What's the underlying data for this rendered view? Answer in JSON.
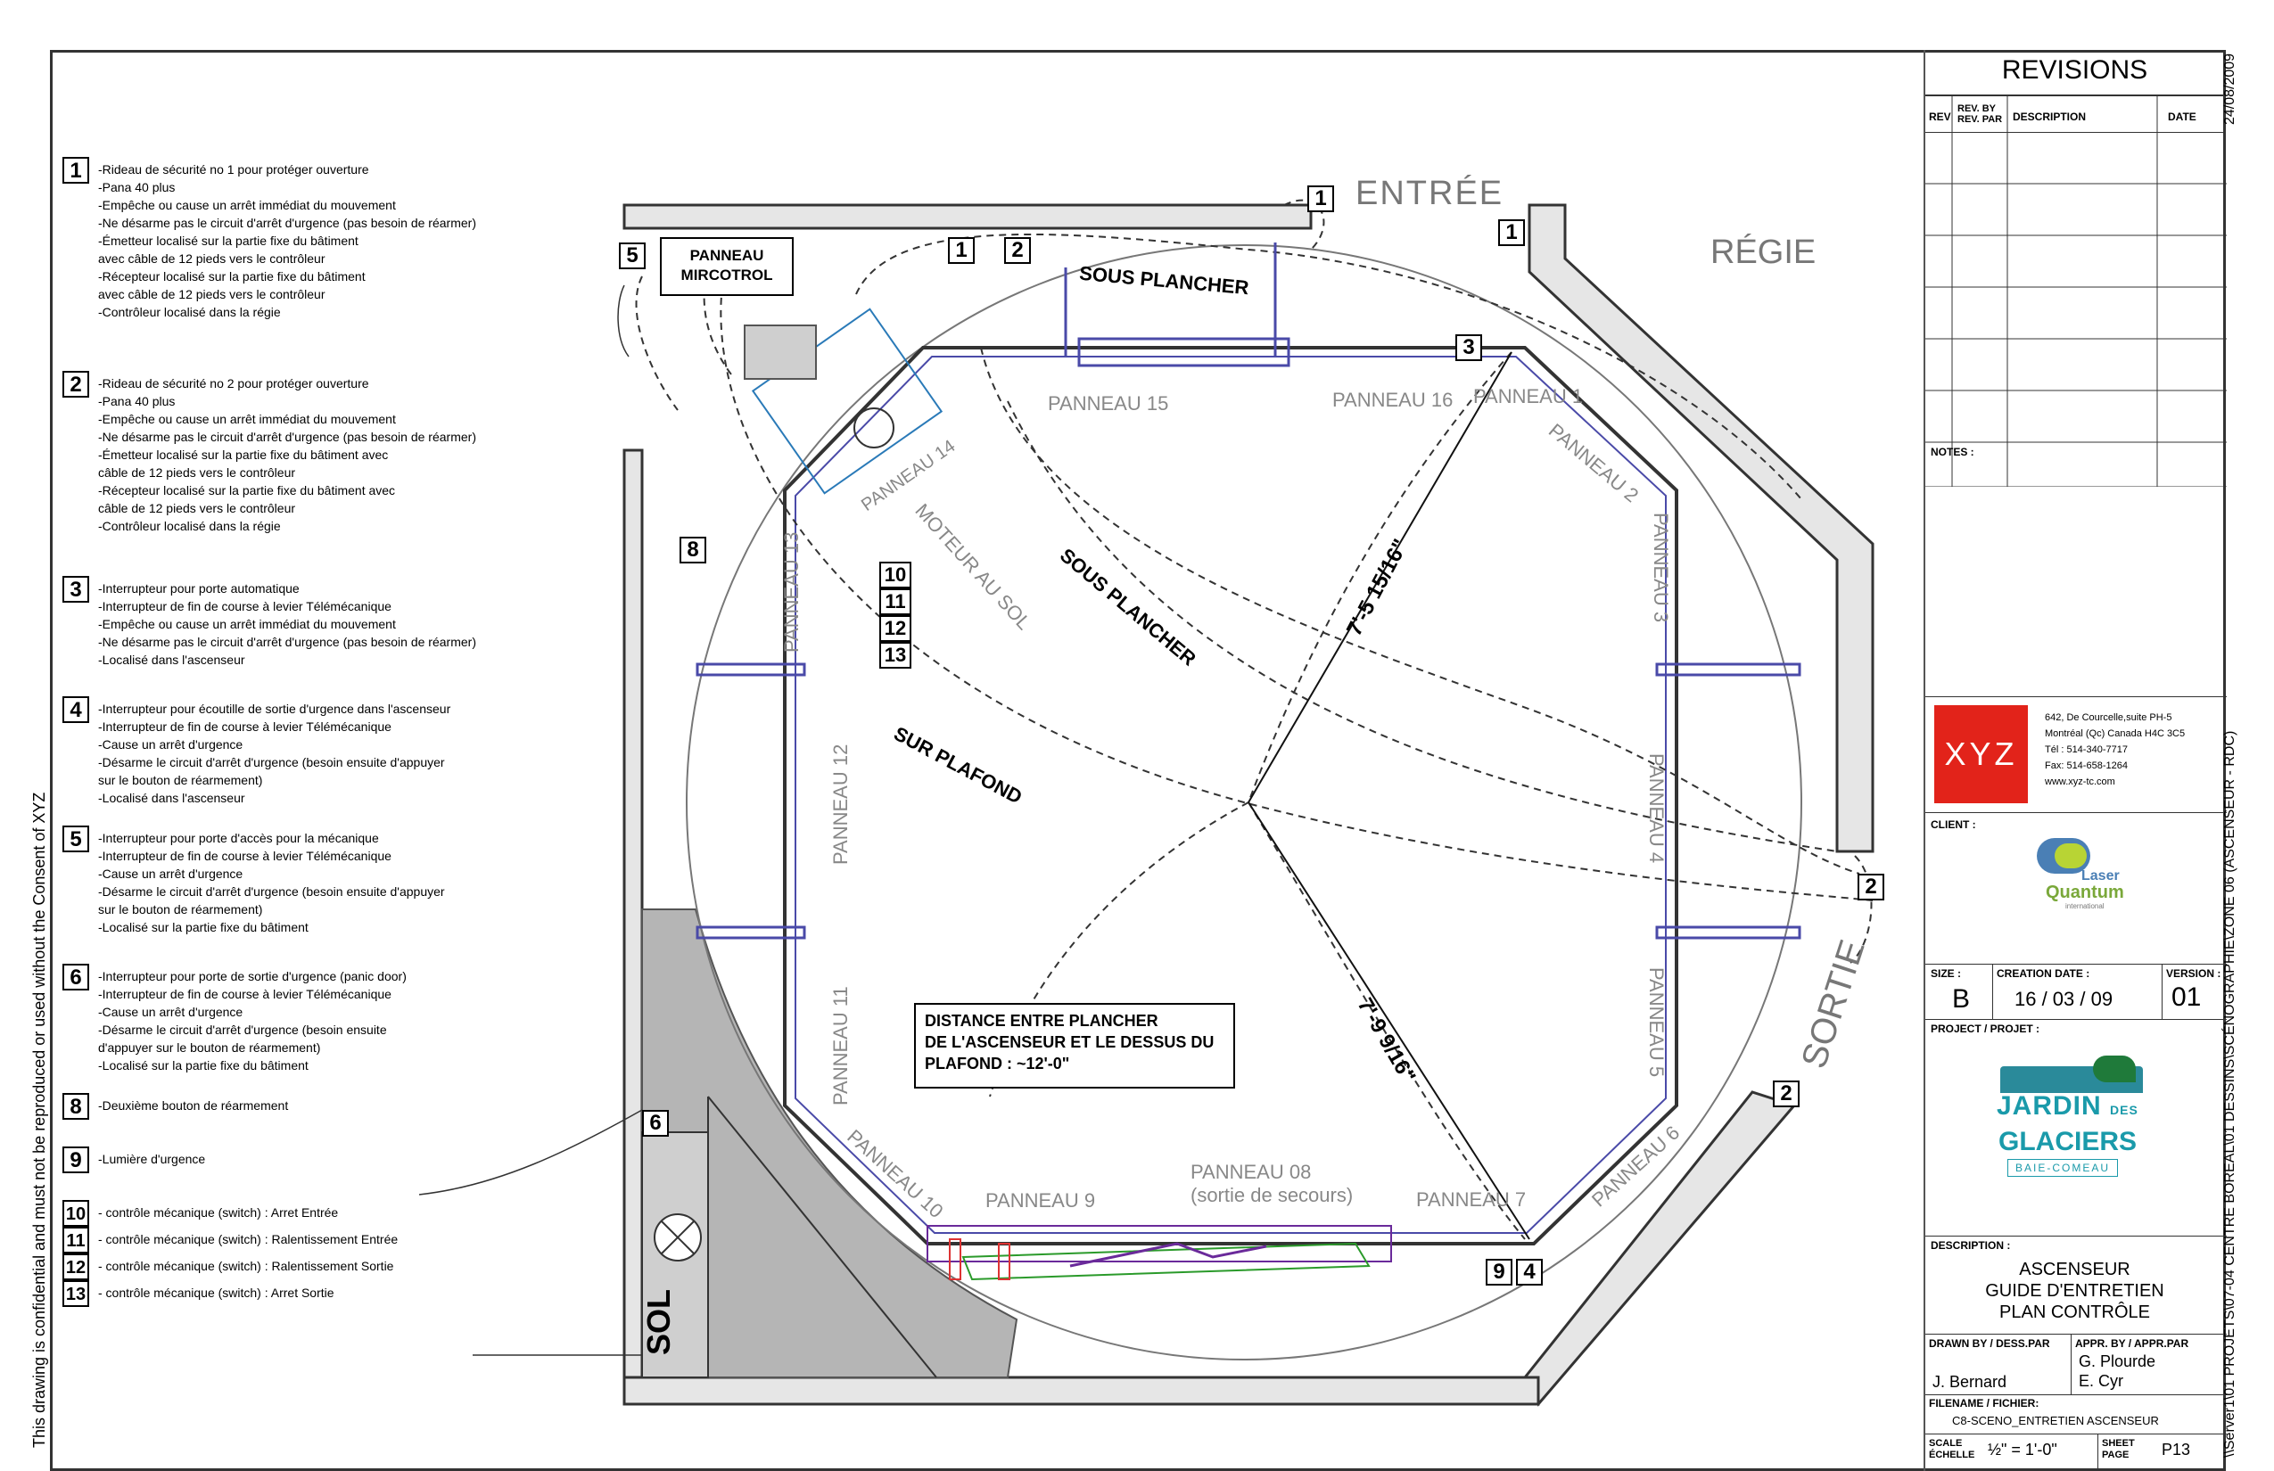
{
  "confidential_note": "This drawing is confidential and must not be reproduced or used without the Consent of XYZ",
  "legend": [
    {
      "num": "1",
      "lines": [
        "-Rideau de sécurité no 1 pour protéger ouverture",
        "-Pana 40 plus",
        "-Empêche ou cause un arrêt immédiat du mouvement",
        "-Ne désarme pas le circuit d'arrêt d'urgence (pas besoin de réarmer)",
        "-Émetteur localisé sur la partie fixe du bâtiment",
        "avec câble de 12 pieds vers le contrôleur",
        "-Récepteur localisé sur la partie fixe du bâtiment",
        "avec câble de 12 pieds vers le contrôleur",
        "-Contrôleur localisé dans la régie"
      ]
    },
    {
      "num": "2",
      "lines": [
        "-Rideau de sécurité no 2 pour protéger ouverture",
        "-Pana 40 plus",
        "-Empêche ou cause un arrêt immédiat du mouvement",
        "-Ne désarme pas le circuit d'arrêt d'urgence (pas besoin de réarmer)",
        "-Émetteur localisé sur la partie fixe du bâtiment avec",
        "câble de 12 pieds vers le contrôleur",
        "-Récepteur localisé sur la partie fixe du bâtiment avec",
        "câble de 12 pieds vers le contrôleur",
        "-Contrôleur localisé dans la régie"
      ]
    },
    {
      "num": "3",
      "lines": [
        "-Interrupteur pour porte automatique",
        "-Interrupteur de fin de course à levier Télémécanique",
        "-Empêche ou cause un arrêt immédiat du mouvement",
        "-Ne désarme pas le circuit d'arrêt d'urgence (pas besoin de réarmer)",
        "-Localisé dans l'ascenseur"
      ]
    },
    {
      "num": "4",
      "lines": [
        "-Interrupteur pour écoutille de sortie d'urgence dans l'ascenseur",
        "-Interrupteur de fin de course à levier Télémécanique",
        "-Cause un arrêt d'urgence",
        "-Désarme le circuit d'arrêt d'urgence (besoin ensuite d'appuyer",
        "sur le bouton de réarmement)",
        "-Localisé dans l'ascenseur"
      ]
    },
    {
      "num": "5",
      "lines": [
        "-Interrupteur pour porte d'accès pour la mécanique",
        "-Interrupteur de fin de course à levier Télémécanique",
        "-Cause un arrêt d'urgence",
        "-Désarme le circuit d'arrêt d'urgence (besoin ensuite d'appuyer",
        "sur le bouton de réarmement)",
        "-Localisé sur la partie fixe du bâtiment"
      ]
    },
    {
      "num": "6",
      "lines": [
        "-Interrupteur pour porte de sortie d'urgence (panic door)",
        "-Interrupteur de fin de course à levier Télémécanique",
        "-Cause un arrêt d'urgence",
        "-Désarme le circuit d'arrêt d'urgence (besoin ensuite",
        "d'appuyer sur le bouton de réarmement)",
        "-Localisé sur la partie fixe du bâtiment"
      ]
    },
    {
      "num": "8",
      "lines": [
        "-Deuxième bouton de réarmement"
      ]
    },
    {
      "num": "9",
      "lines": [
        "-Lumière d'urgence"
      ]
    },
    {
      "num": "10",
      "lines": [
        "- contrôle mécanique (switch) : Arret Entrée"
      ]
    },
    {
      "num": "11",
      "lines": [
        "- contrôle mécanique (switch) : Ralentissement Entrée"
      ]
    },
    {
      "num": "12",
      "lines": [
        "- contrôle mécanique (switch) : Ralentissement Sortie"
      ]
    },
    {
      "num": "13",
      "lines": [
        "- contrôle mécanique (switch) : Arret Sortie"
      ]
    }
  ],
  "plan": {
    "entree": "ENTRÉE",
    "regie": "RÉGIE",
    "sortie": "SORTIE",
    "sol": "SOL",
    "panneau_mircotrol": [
      "PANNEAU",
      "MIRCOTROL"
    ],
    "sous_plancher": "SOUS PLANCHER",
    "sur_plafond": "SUR PLAFOND",
    "moteur_au_sol": "MOTEUR AU SOL",
    "panneau_14": "PANNEAU 14",
    "panels": {
      "p1": "PANNEAU 1",
      "p2": "PANNEAU 2",
      "p3": "PANNEAU 3",
      "p4": "PANNEAU 4",
      "p5": "PANNEAU 5",
      "p6": "PANNEAU 6",
      "p7": "PANNEAU 7",
      "p8": "PANNEAU 08",
      "p8_sub": "(sortie de secours)",
      "p9": "PANNEAU 9",
      "p10": "PANNEAU 10",
      "p11": "PANNEAU 11",
      "p12": "PANNEAU 12",
      "p13": "PANNEAU 13",
      "p15": "PANNEAU 15",
      "p16": "PANNEAU 16"
    },
    "dim_1": "7'-5 15/16\"",
    "dim_2": "7'-9 9/16\"",
    "distance_note": [
      "DISTANCE ENTRE PLANCHER",
      "DE L'ASCENSEUR ET LE DESSUS DU",
      "PLAFOND : ~12'-0\""
    ],
    "markers": {
      "m1": "1",
      "m2": "2",
      "m3": "3",
      "m4": "4",
      "m5": "5",
      "m6": "6",
      "m8": "8",
      "m9": "9",
      "m10": "10",
      "m11": "11",
      "m12": "12",
      "m13": "13"
    }
  },
  "title_block": {
    "revisions_title": "REVISIONS",
    "rev_headers": {
      "rev": "REV",
      "by": [
        "REV. BY",
        "REV. PAR"
      ],
      "desc": "DESCRIPTION",
      "date": "DATE"
    },
    "notes_label": "NOTES :",
    "company": {
      "logo": "XYZ",
      "address": [
        "642, De Courcelle,suite PH-5",
        "Montréal (Qc) Canada H4C 3C5",
        "Tél : 514-340-7717",
        "Fax: 514-658-1264",
        "www.xyz-tc.com"
      ],
      "brand_color": "#e2231a"
    },
    "client_label": "CLIENT :",
    "client_logo": {
      "line1": "Laser",
      "line2": "Quantum",
      "line3": "international"
    },
    "size_label": "SIZE :",
    "size": "B",
    "creation_label": "CREATION DATE :",
    "creation_date": "16 / 03 / 09",
    "version_label": "VERSION :",
    "version": "01",
    "project_label": "PROJECT / PROJET :",
    "project_logo": {
      "line1": "JARDIN",
      "des": "DES",
      "line2": "GLACIERS",
      "line3": "BAIE-COMEAU"
    },
    "description_label": "DESCRIPTION :",
    "description": [
      "ASCENSEUR",
      "GUIDE D'ENTRETIEN",
      "PLAN CONTRÔLE"
    ],
    "drawn_label": "DRAWN BY / DESS.PAR",
    "drawn_by": "J. Bernard",
    "appr_label": "APPR. BY / APPR.PAR",
    "appr_by": [
      "G. Plourde",
      "E. Cyr"
    ],
    "filename_label": "FILENAME / FICHIER:",
    "filename": "C8-SCENO_ENTRETIEN ASCENSEUR",
    "scale_label": [
      "SCALE",
      "ÉCHELLE"
    ],
    "scale": "½\" = 1'-0\"",
    "sheet_label": [
      "SHEET",
      "PAGE"
    ],
    "sheet": "P13",
    "date_stamp": "24/08/2009",
    "path": "\\\\Server1\\01 PROJETS\\07-04 CENTRE BOREAL\\01 DESSINS\\SCÉNOGRAPHIE\\ZONE 06 (ASCENSEUR - RDC)"
  }
}
